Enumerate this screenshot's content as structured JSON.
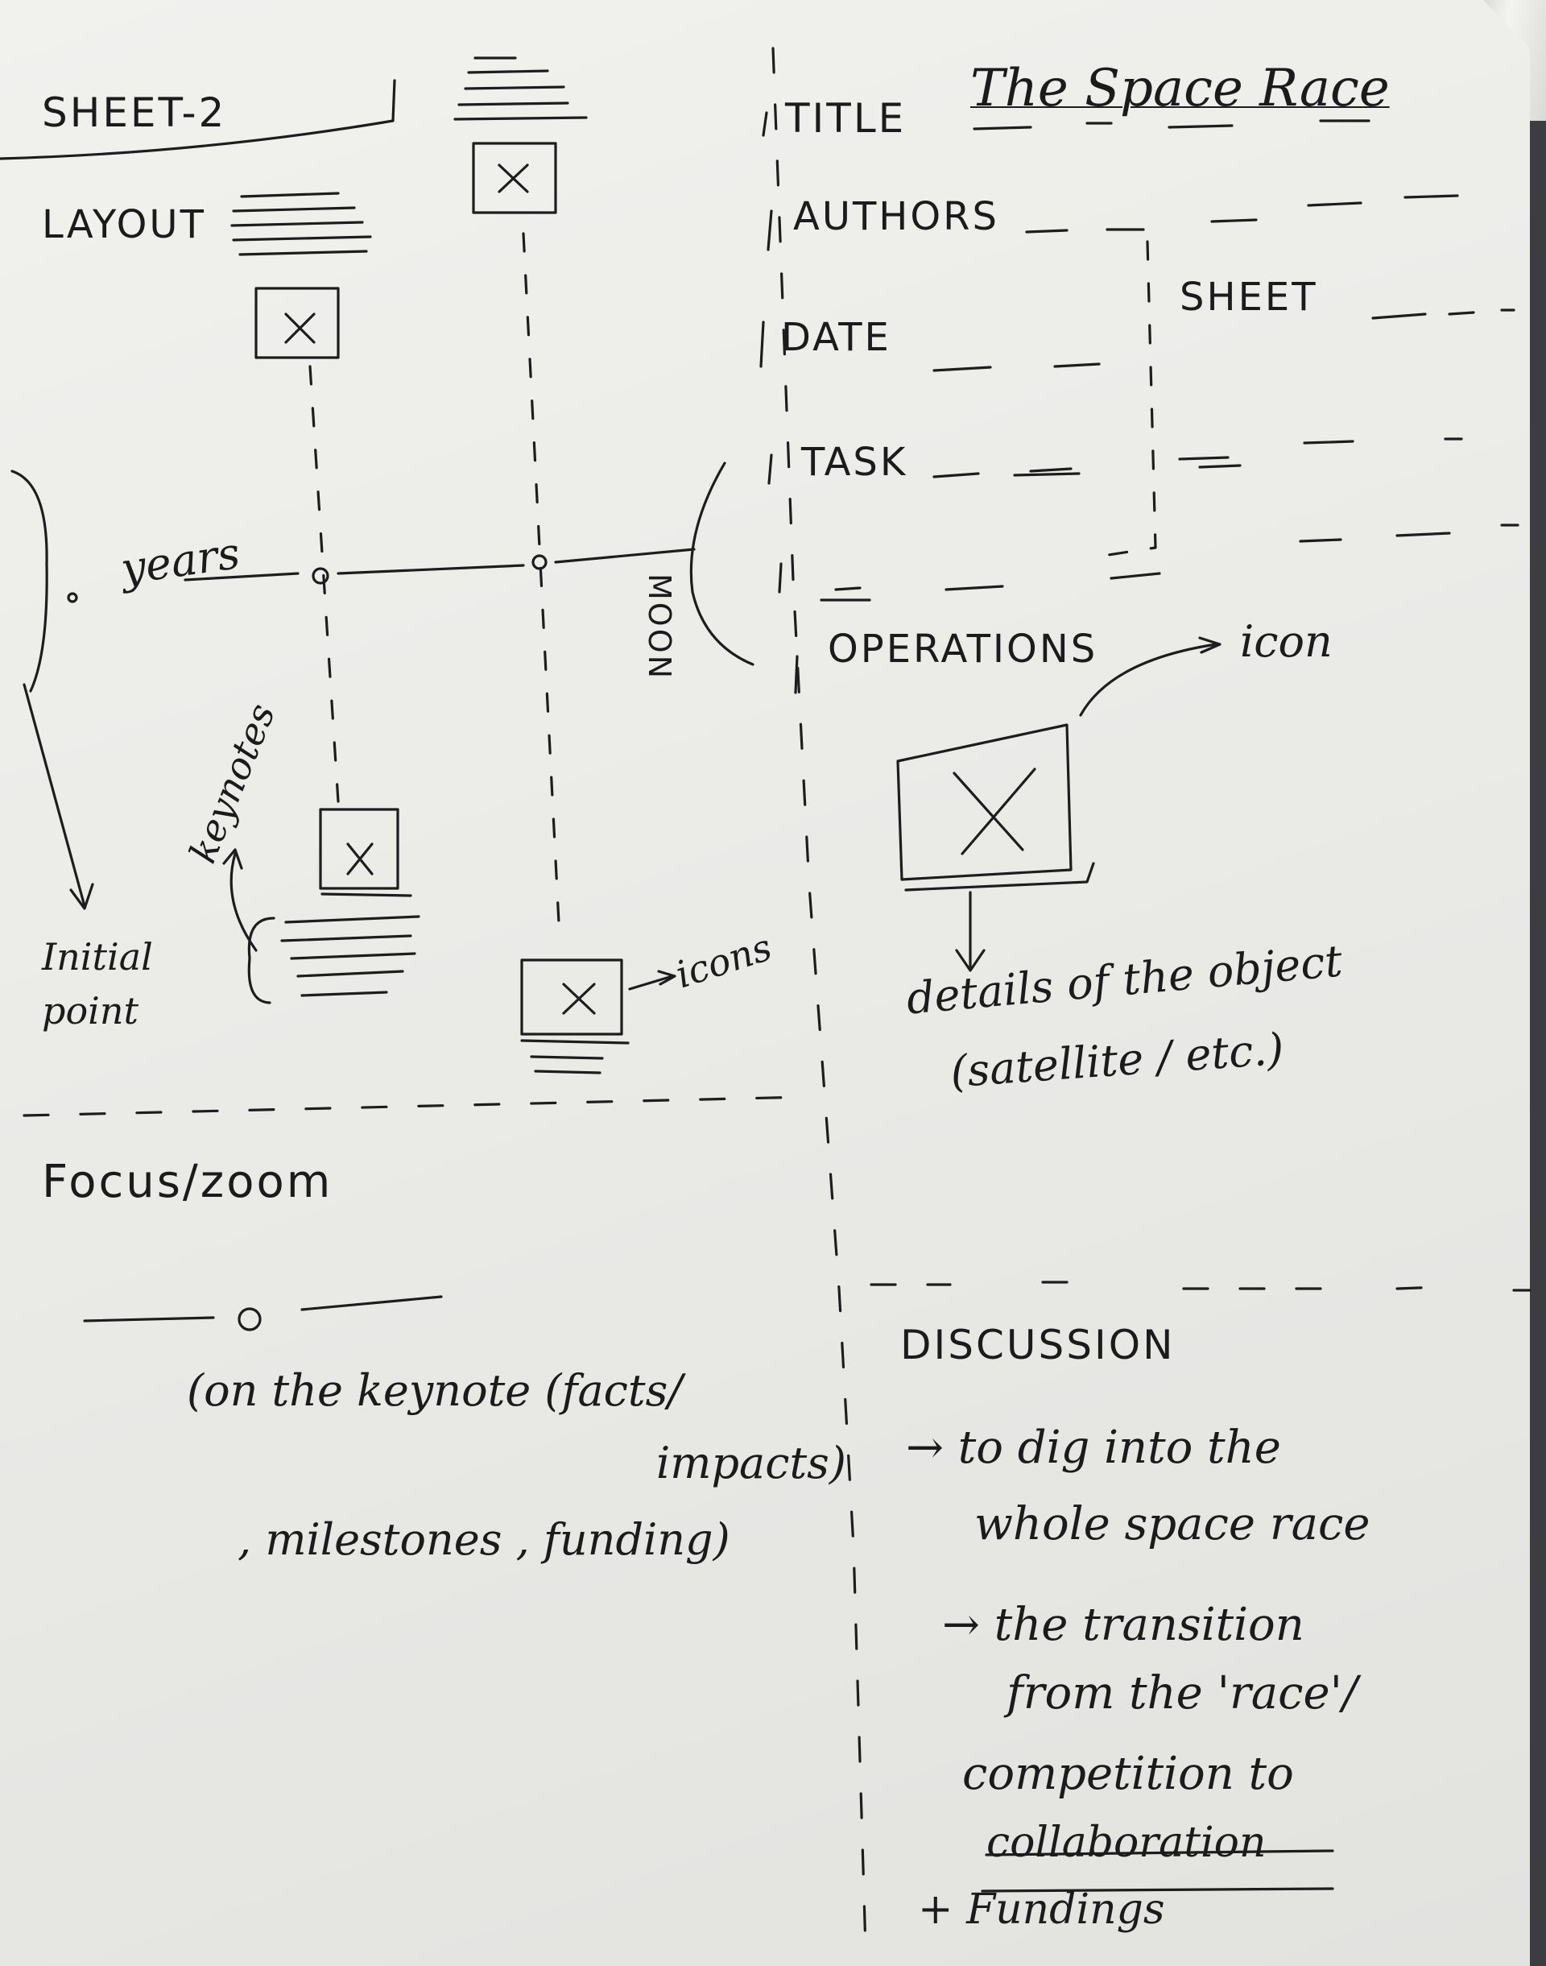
{
  "sheet_label": "SHEET-2",
  "layout_label": "LAYOUT",
  "years_label": "years",
  "moon_label": "MOON",
  "keynotes_label": "keynotes",
  "icons_label": "icons",
  "initial_point_label": "Initial point",
  "focus_zoom_label": "Focus/zoom",
  "focus_note": {
    "line1": "(on the keynote (facts/",
    "line2": "impacts)",
    "line3": ", milestones , funding)"
  },
  "header_fields": {
    "title_label": "TITLE",
    "title_value": "The Space Race",
    "authors_label": "AUTHORS",
    "date_label": "DATE",
    "task_label": "TASK",
    "sheet_label": "SHEET"
  },
  "operations_label": "OPERATIONS",
  "icon_label": "icon",
  "details_note": {
    "line1": "details of the object",
    "line2": "(satellite / etc.)"
  },
  "discussion": {
    "heading": "DISCUSSION",
    "lines": [
      "→ to dig into the",
      "whole space race",
      "→ the transition",
      "from the 'race'/",
      "competition to",
      "collaboration",
      "+ Fundings"
    ]
  }
}
